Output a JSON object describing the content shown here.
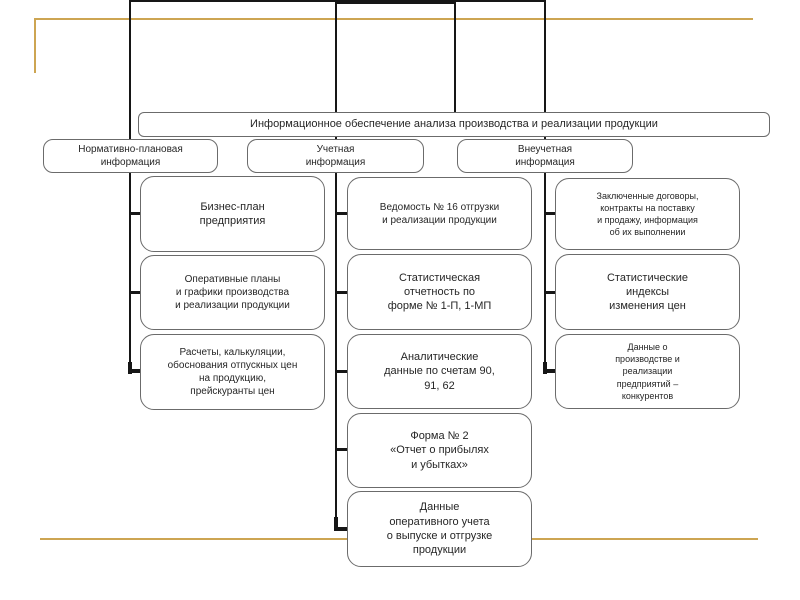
{
  "slide": {
    "title": "Информационное обеспечение анализа производства и реализации продукции",
    "branches": [
      {
        "label": "Нормативно-плановая\nинформация",
        "items": [
          "Бизнес-план\nпредприятия",
          "Оперативные планы\nи графики  производства\nи реализации продукции",
          "Расчеты, калькуляции,\nобоснования отпускных цен\nна продукцию,\nпрейскуранты цен"
        ]
      },
      {
        "label": "Учетная\nинформация",
        "items": [
          "Ведомость № 16 отгрузки\nи реализации продукции",
          "Статистическая\nотчетность по\nформе №  1-П, 1-МП",
          "Аналитические\nданные по счетам 90,\n91, 62",
          "Форма № 2\n«Отчет  о прибылях\nи убытках»",
          "Данные\nоперативного учета\nо выпуске и отгрузке\nпродукции"
        ]
      },
      {
        "label": "Внеучетная\nинформация",
        "items": [
          "Заключенные договоры,\nконтракты на поставку\nи продажу, информация\nоб их выполнении",
          "Статистические\nиндексы\nизменения цен",
          "Данные о\nпроизводстве и\nреализации\nпредприятий –\nконкурентов"
        ]
      }
    ],
    "colors": {
      "accent_gold": "#CDA552",
      "connector_black": "#161616",
      "box_border": "#6b6b6b"
    }
  }
}
